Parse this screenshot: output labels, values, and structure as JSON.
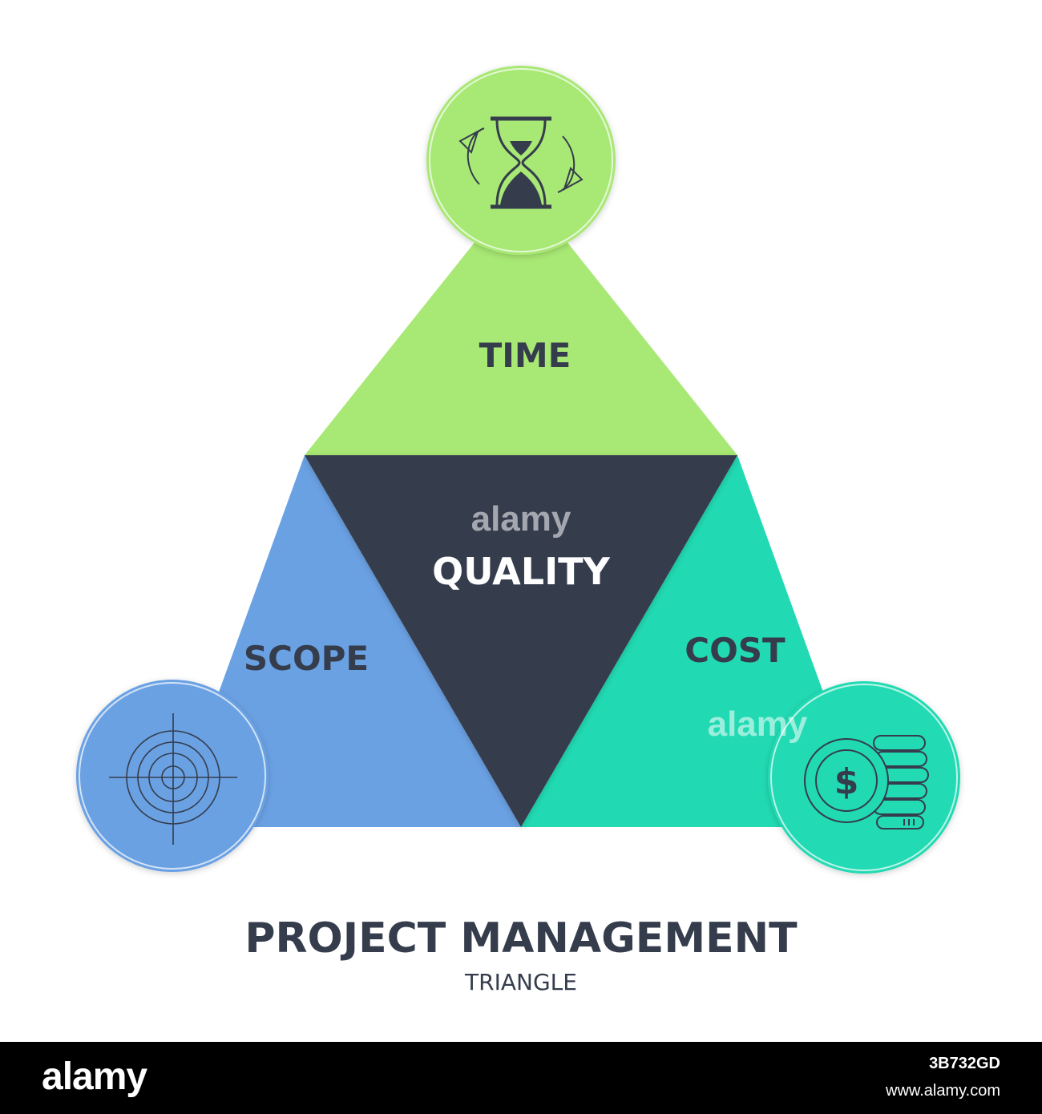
{
  "title": "PROJECT MANAGEMENT",
  "subtitle": "TRIANGLE",
  "segments": {
    "time": {
      "label": "TIME",
      "color": "#a8e874",
      "icon": "hourglass-icon"
    },
    "scope": {
      "label": "SCOPE",
      "color": "#6aa1e3",
      "icon": "target-icon"
    },
    "cost": {
      "label": "COST",
      "color": "#21dab3",
      "icon": "coin-stack-icon"
    },
    "quality": {
      "label": "QUALITY",
      "color": "#343c4d"
    }
  },
  "cost_icon_symbol": "$",
  "text_color": "#353c4c",
  "watermark": "alamy",
  "stock_footer": {
    "logo": "alamy",
    "image_id": "3B732GD",
    "url": "www.alamy.com"
  }
}
